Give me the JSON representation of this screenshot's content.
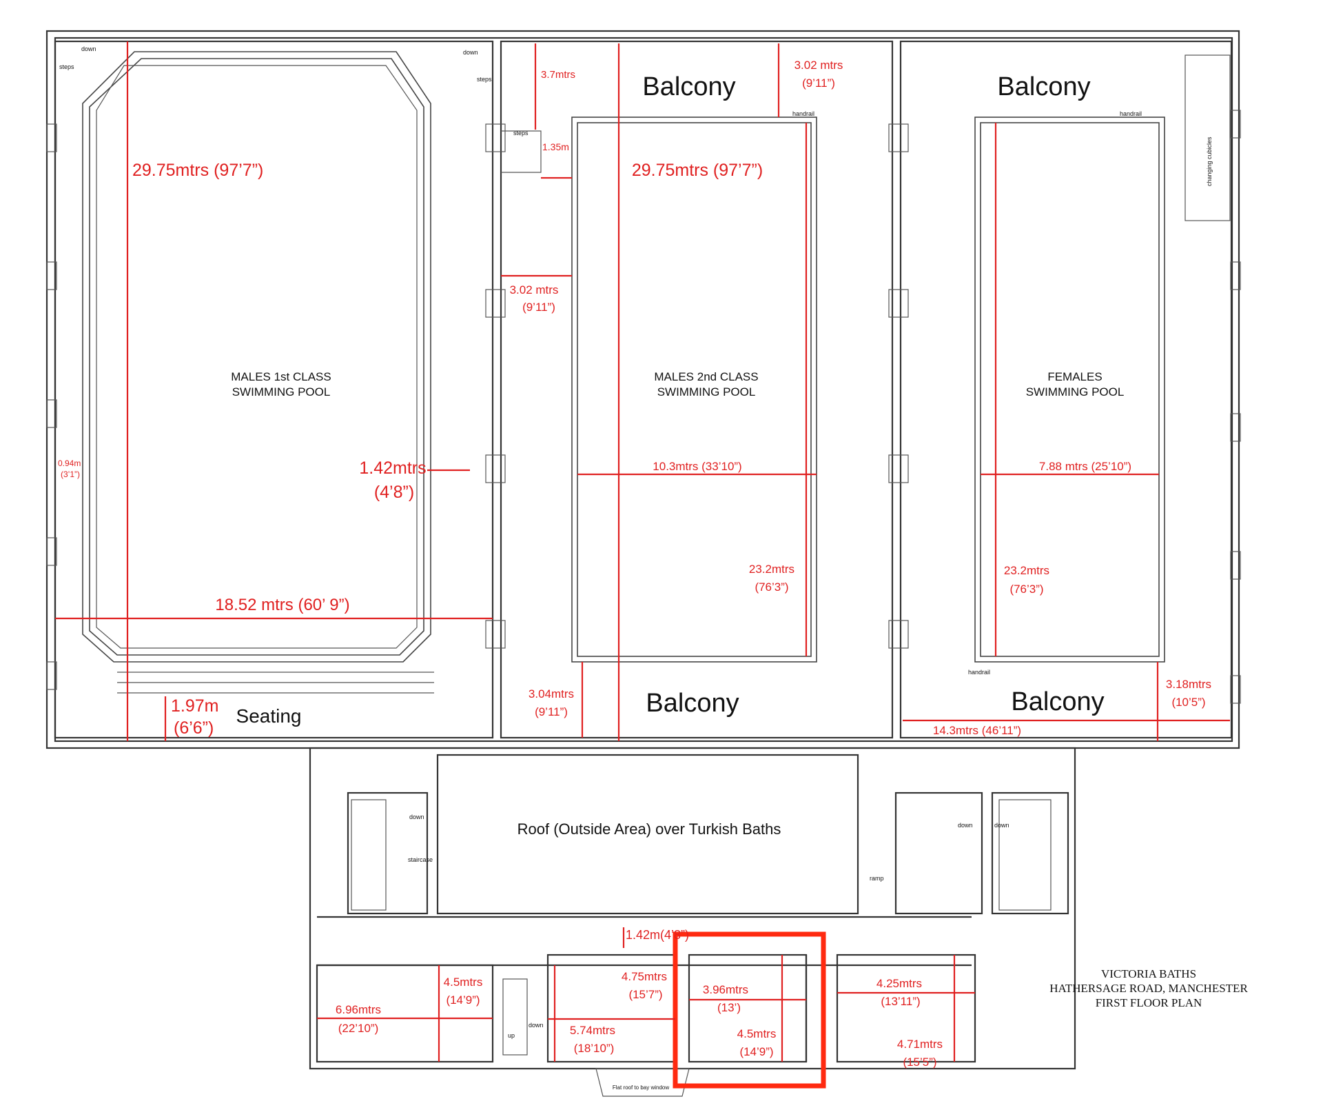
{
  "title_block": {
    "line1": "VICTORIA BATHS",
    "line2": "HATHERSAGE ROAD, MANCHESTER",
    "line3": "FIRST FLOOR PLAN"
  },
  "rooms": {
    "males_1st_line1": "MALES 1st CLASS",
    "males_1st_line2": "SWIMMING POOL",
    "males_2nd_line1": "MALES 2nd CLASS",
    "males_2nd_line2": "SWIMMING POOL",
    "females_line1": "FEMALES",
    "females_line2": "SWIMMING POOL",
    "balcony": "Balcony",
    "seating": "Seating",
    "roof": "Roof (Outside Area) over Turkish Baths",
    "flat_roof": "Flat roof to bay window"
  },
  "small_labels": {
    "down": "down",
    "steps": "steps",
    "handrail": "handrail",
    "staircase": "staircase",
    "ramp": "ramp",
    "up": "up",
    "changing": "changing cubicles"
  },
  "dimensions": {
    "pool1_length": "29.75mtrs (97’7”)",
    "pool1_width": "18.52 mtrs (60’ 9”)",
    "pool1_side_a": "1.42mtrs",
    "pool1_side_b": "(4’8”)",
    "pool1_left_a": "0.94m",
    "pool1_left_b": "(3’1”)",
    "seating_a": "1.97m",
    "seating_b": "(6’6”)",
    "pool2_top_a": "3.7mtrs",
    "pool2_steps": "1.35m",
    "pool2_topright_a": "3.02 mtrs",
    "pool2_topright_b": "(9’11”)",
    "pool2_length": "29.75mtrs (97’7”)",
    "pool2_left_a": "3.02 mtrs",
    "pool2_left_b": "(9’11”)",
    "pool2_width": "10.3mtrs (33’10”)",
    "pool2_inner_a": "23.2mtrs",
    "pool2_inner_b": "(76’3”)",
    "pool2_bottom_a": "3.04mtrs",
    "pool2_bottom_b": "(9’11”)",
    "pool3_width": "7.88 mtrs (25’10”)",
    "pool3_inner_a": "23.2mtrs",
    "pool3_inner_b": "(76’3”)",
    "pool3_bottom": "14.3mtrs (46’11”)",
    "pool3_right_a": "3.18mtrs",
    "pool3_right_b": "(10’5”)",
    "corridor": "1.42m(4’8”)",
    "roomA_a": "6.96mtrs",
    "roomA_b": "(22’10”)",
    "roomA_c": "4.5mtrs",
    "roomA_d": "(14’9”)",
    "roomB_a": "4.75mtrs",
    "roomB_b": "(15’7”)",
    "roomB_c": "5.74mtrs",
    "roomB_d": "(18’10”)",
    "roomC_a": "3.96mtrs",
    "roomC_b": "(13’)",
    "roomC_c": "4.5mtrs",
    "roomC_d": "(14’9”)",
    "roomD_a": "4.25mtrs",
    "roomD_b": "(13’11”)",
    "roomD_c": "4.71mtrs",
    "roomD_d": "(15’5”)"
  },
  "colors": {
    "dimension": "#e02020",
    "highlight": "#ff2a10",
    "walls": "#333333"
  }
}
